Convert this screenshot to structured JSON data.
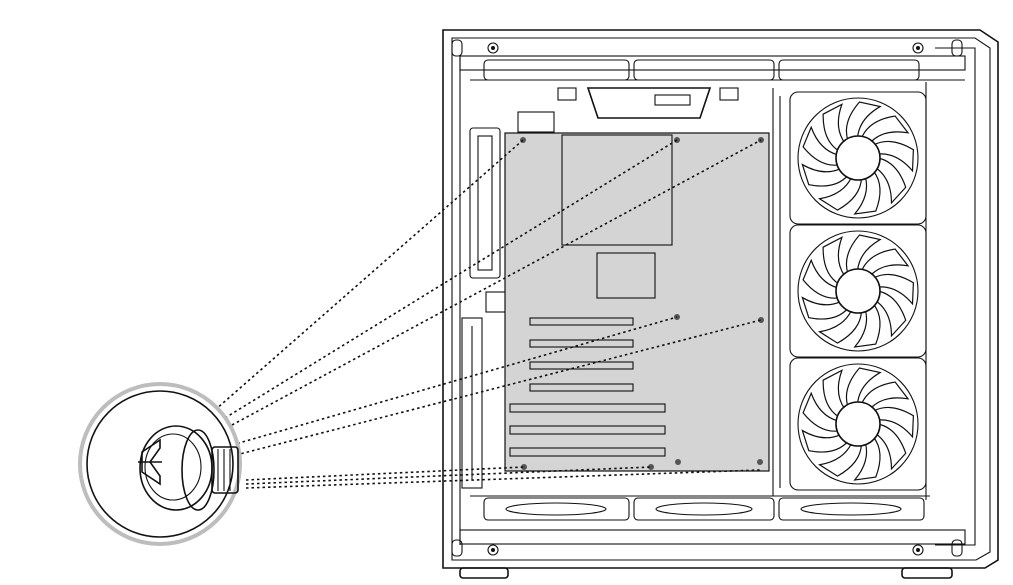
{
  "diagram": {
    "subject": "motherboard-standoff-installation",
    "icons": [
      "case-icon",
      "motherboard-icon",
      "fan-icon",
      "standoff-screw-icon"
    ],
    "colors": {
      "outline": "#111111",
      "motherboard": "#d4d4d4",
      "background": "#ffffff",
      "callout_ring": "#bdbdbd"
    },
    "standoff_count": 9,
    "front_fan_count": 3,
    "bottom_fan_count": 3
  }
}
